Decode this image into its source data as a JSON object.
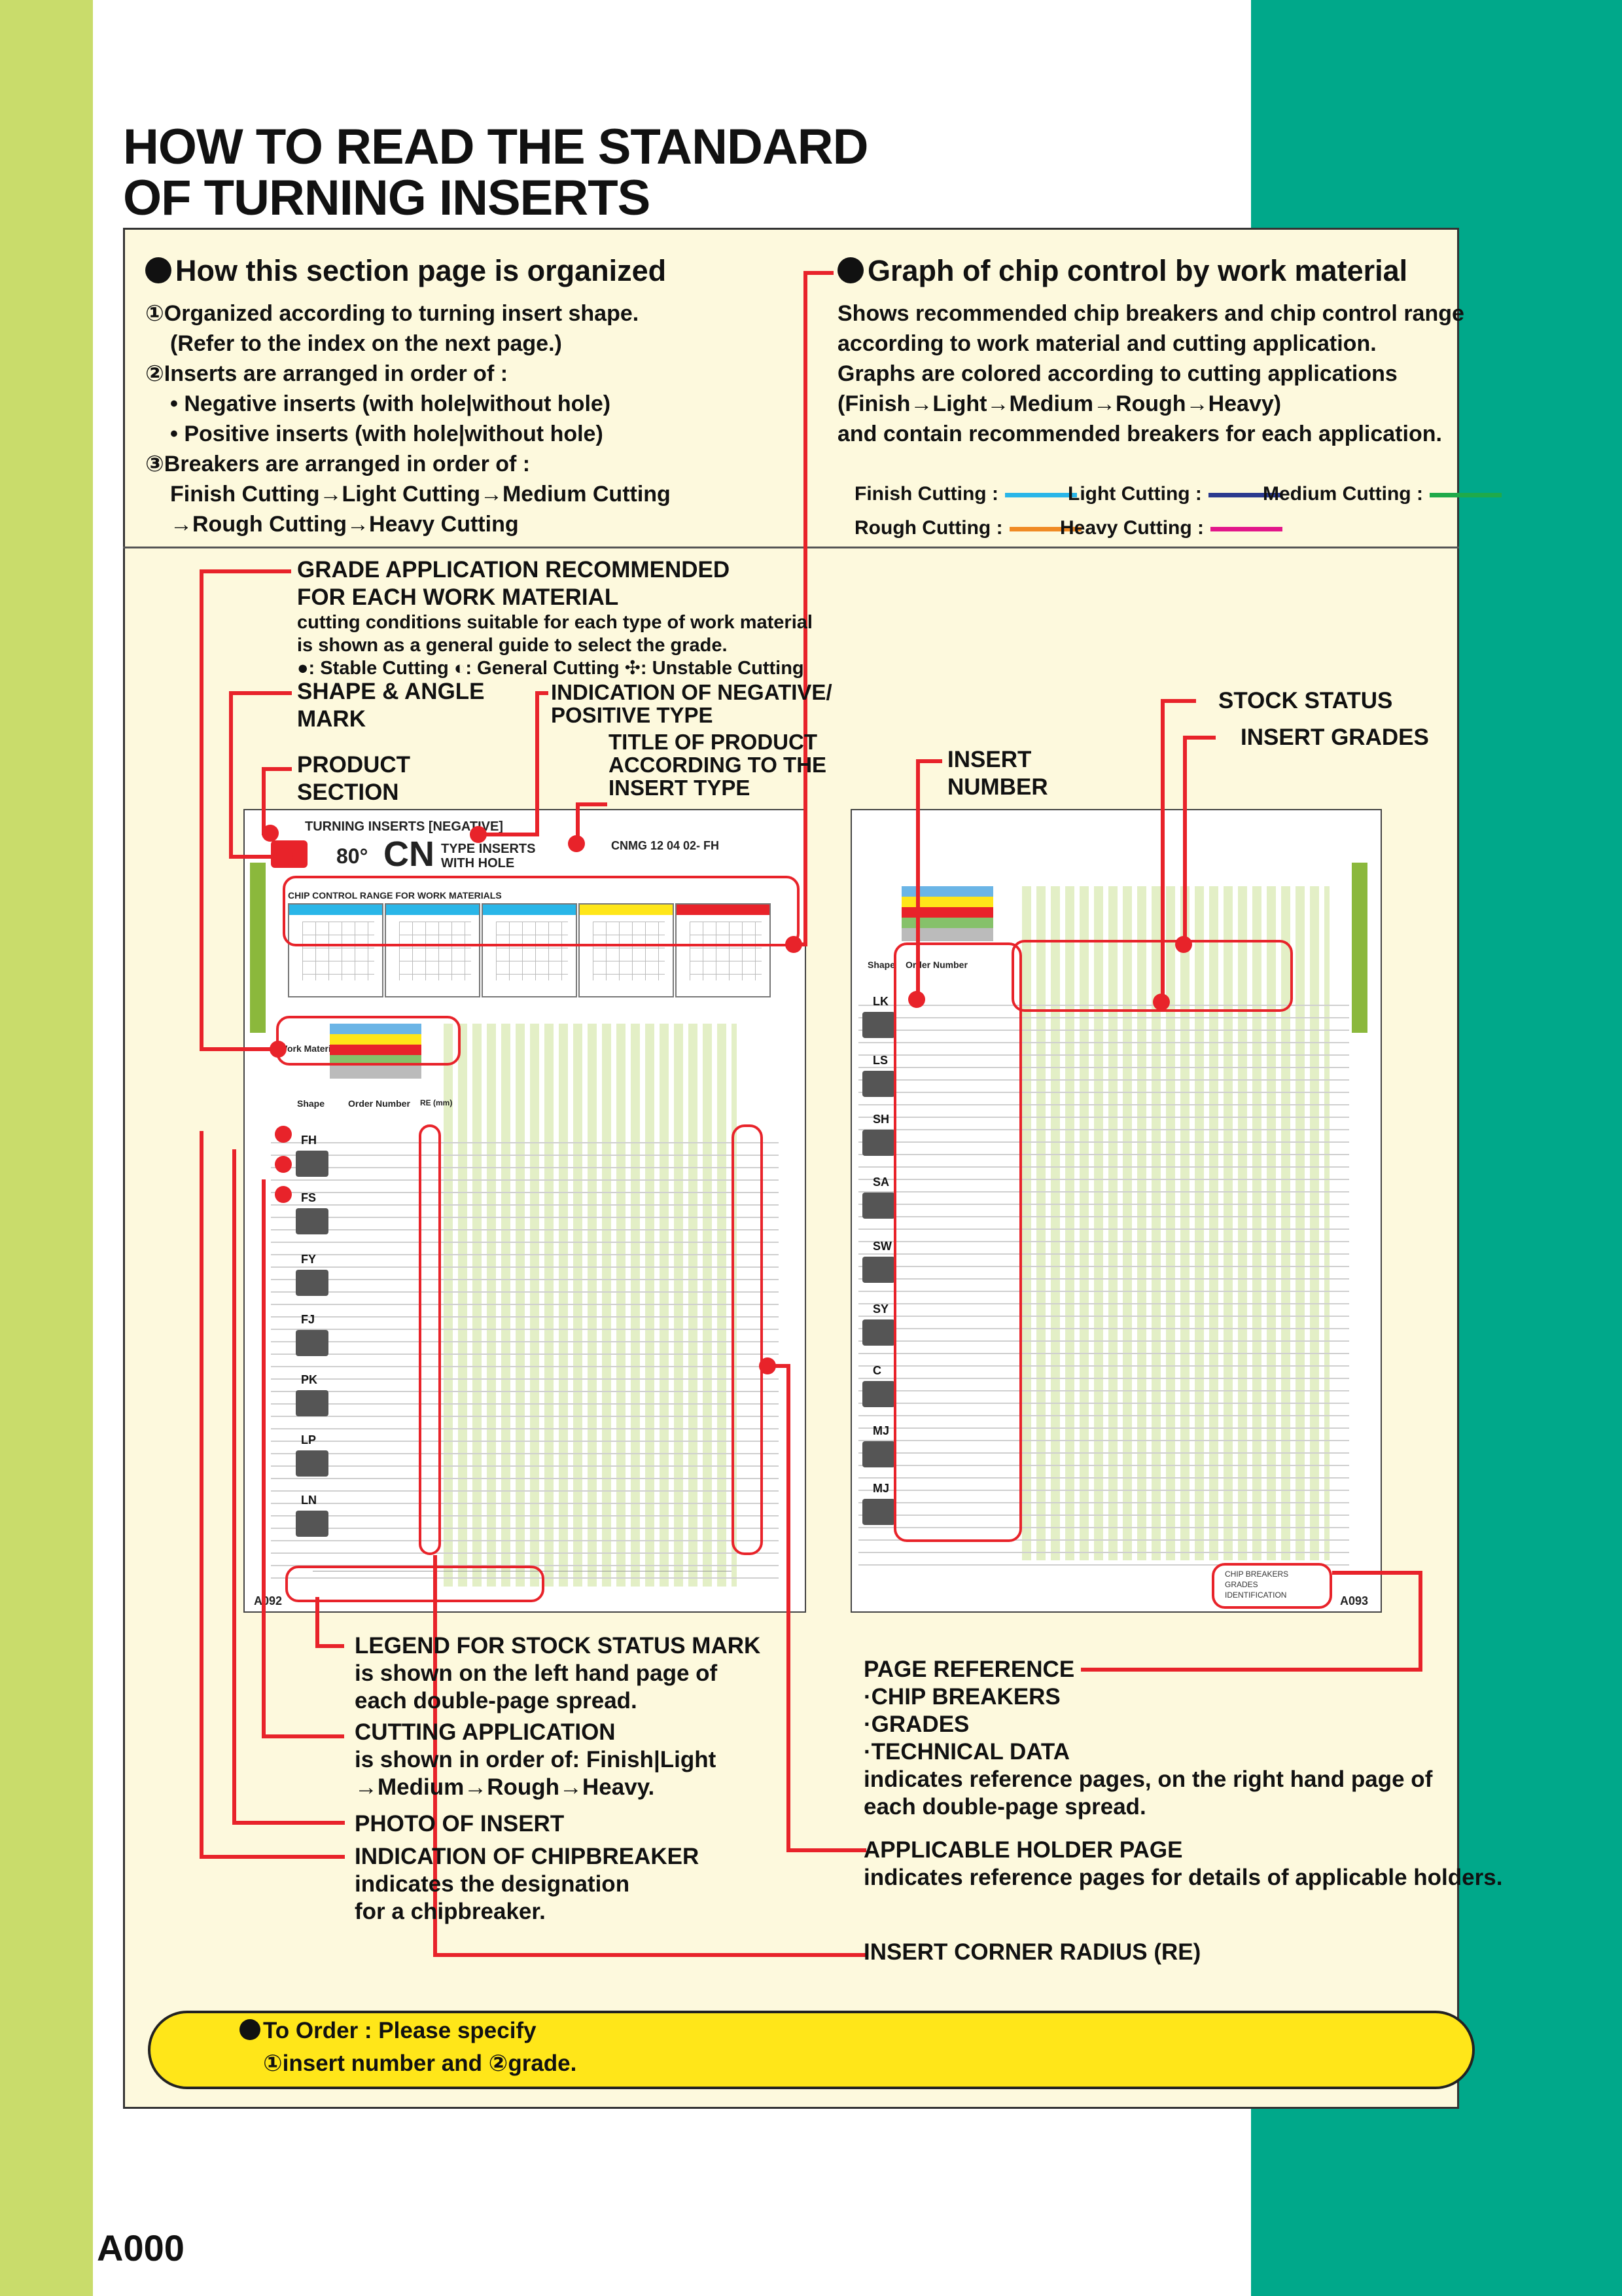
{
  "title": {
    "line1": "HOW TO READ THE STANDARD",
    "line2": "OF TURNING INSERTS"
  },
  "organization": {
    "heading": "How this section page is organized",
    "lines": [
      "①Organized according to turning insert shape.",
      "  (Refer to the index on the next page.)",
      "②Inserts are arranged in order of :",
      "  • Negative inserts (with hole|without hole)",
      "  • Positive inserts (with hole|without hole)",
      "③Breakers are arranged in order of :",
      "  Finish Cutting→Light Cutting→Medium Cutting",
      "  →Rough Cutting→Heavy Cutting"
    ]
  },
  "chip_graph": {
    "heading": "Graph of chip control by work material",
    "lines": [
      "Shows recommended chip breakers and chip control range",
      "according to work material and cutting application.",
      "Graphs are colored according to cutting applications",
      "(Finish→Light→Medium→Rough→Heavy)",
      "and contain recommended breakers for each application."
    ],
    "legend": [
      {
        "label": "Finish Cutting :",
        "color": "#29b6e8"
      },
      {
        "label": "Light Cutting :",
        "color": "#2b3a8f"
      },
      {
        "label": "Medium Cutting :",
        "color": "#1faa4a"
      },
      {
        "label": "Rough Cutting :",
        "color": "#f08a24"
      },
      {
        "label": "Heavy Cutting :",
        "color": "#e2178a"
      }
    ]
  },
  "callouts": {
    "grade_app_title1": "GRADE APPLICATION RECOMMENDED",
    "grade_app_title2": "FOR EACH WORK MATERIAL",
    "grade_app_desc1": "cutting conditions suitable for each type of work material",
    "grade_app_desc2": "is shown as a general guide to select the grade.",
    "grade_app_desc3": "●: Stable Cutting ◐: General Cutting ✣: Unstable Cutting",
    "shape_angle1": "SHAPE & ANGLE",
    "shape_angle2": "MARK",
    "neg_pos1": "INDICATION OF NEGATIVE/",
    "neg_pos2": "POSITIVE TYPE",
    "title_product1": "TITLE OF PRODUCT",
    "title_product2": "ACCORDING TO THE",
    "title_product3": "INSERT TYPE",
    "product_section1": "PRODUCT",
    "product_section2": "SECTION",
    "insert_number1": "INSERT",
    "insert_number2": "NUMBER",
    "stock_status": "STOCK STATUS",
    "insert_grades": "INSERT GRADES",
    "legend_stock1": "LEGEND FOR STOCK STATUS MARK",
    "legend_stock2": "is shown on the left hand page of",
    "legend_stock3": "each double-page spread.",
    "cutting_app1": "CUTTING APPLICATION",
    "cutting_app2": "is shown in order of: Finish|Light",
    "cutting_app3": "→Medium→Rough→Heavy.",
    "photo": "PHOTO OF INSERT",
    "chipbreaker1": "INDICATION OF CHIPBREAKER",
    "chipbreaker2": "indicates the designation",
    "chipbreaker3": "for a chipbreaker.",
    "page_ref1": "PAGE REFERENCE",
    "page_ref2": "·CHIP BREAKERS",
    "page_ref3": "·GRADES",
    "page_ref4": "·TECHNICAL DATA",
    "page_ref5": "indicates reference pages, on the right hand page of",
    "page_ref6": "each double-page spread.",
    "holder1": "APPLICABLE HOLDER PAGE",
    "holder2": "indicates reference pages for details of applicable holders.",
    "corner_radius": "INSERT CORNER RADIUS (RE)"
  },
  "sample_left": {
    "header": "TURNING INSERTS [NEGATIVE]",
    "angle": "80°",
    "code": "CN",
    "type_title1": "TYPE INSERTS",
    "type_title2": "WITH HOLE",
    "designation": "CNMG 12 04 02- FH",
    "chip_control": "CHIP CONTROL RANGE FOR WORK MATERIALS",
    "work_material": "Work Material",
    "shape": "Shape",
    "order_number": "Order Number",
    "re": "RE (mm)",
    "page": "A092",
    "breakers": [
      "FH",
      "FS",
      "FY",
      "FJ",
      "PK",
      "LP",
      "LN"
    ]
  },
  "sample_right": {
    "order_number": "Order Number",
    "shape": "Shape",
    "page": "A093",
    "breakers": [
      "LK",
      "LS",
      "SH",
      "SA",
      "SW",
      "SY",
      "C",
      "MJ",
      "MJ"
    ],
    "refs": [
      "CHIP BREAKERS",
      "GRADES",
      "IDENTIFICATION"
    ]
  },
  "order": {
    "line1": "To Order : Please specify",
    "line2": "①insert number and ②grade."
  },
  "page_number": "A000"
}
